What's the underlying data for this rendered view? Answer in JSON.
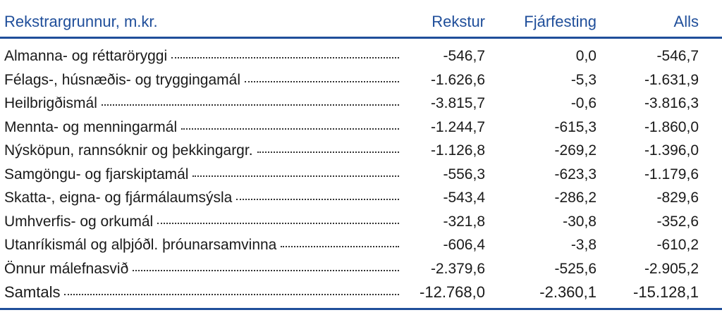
{
  "header": {
    "label": "Rekstrargrunnur, m.kr.",
    "col_rekstur": "Rekstur",
    "col_fjarfesting": "Fjárfesting",
    "col_alls": "Alls"
  },
  "rows": [
    {
      "label": "Almanna- og réttaröryggi",
      "rekstur": "-546,7",
      "fjarfesting": "0,0",
      "alls": "-546,7"
    },
    {
      "label": "Félags-, húsnæðis- og tryggingamál",
      "rekstur": "-1.626,6",
      "fjarfesting": "-5,3",
      "alls": "-1.631,9"
    },
    {
      "label": "Heilbrigðismál",
      "rekstur": "-3.815,7",
      "fjarfesting": "-0,6",
      "alls": "-3.816,3"
    },
    {
      "label": "Mennta- og menningarmál",
      "rekstur": "-1.244,7",
      "fjarfesting": "-615,3",
      "alls": "-1.860,0"
    },
    {
      "label": "Nýsköpun, rannsóknir og þekkingargr.",
      "rekstur": "-1.126,8",
      "fjarfesting": "-269,2",
      "alls": "-1.396,0"
    },
    {
      "label": "Samgöngu- og fjarskiptamál",
      "rekstur": "-556,3",
      "fjarfesting": "-623,3",
      "alls": "-1.179,6"
    },
    {
      "label": "Skatta-, eigna- og fjármálaumsýsla",
      "rekstur": "-543,4",
      "fjarfesting": "-286,2",
      "alls": "-829,6"
    },
    {
      "label": "Umhverfis- og orkumál",
      "rekstur": "-321,8",
      "fjarfesting": "-30,8",
      "alls": "-352,6"
    },
    {
      "label": "Utanríkismál og alþjóðl. þróunarsamvinna",
      "rekstur": "-606,4",
      "fjarfesting": "-3,8",
      "alls": "-610,2"
    },
    {
      "label": "Önnur málefnasvið",
      "rekstur": "-2.379,6",
      "fjarfesting": "-525,6",
      "alls": "-2.905,2"
    }
  ],
  "total": {
    "label": "Samtals",
    "rekstur": "-12.768,0",
    "fjarfesting": "-2.360,1",
    "alls": "-15.128,1"
  },
  "colors": {
    "accent": "#1f4e9a"
  }
}
